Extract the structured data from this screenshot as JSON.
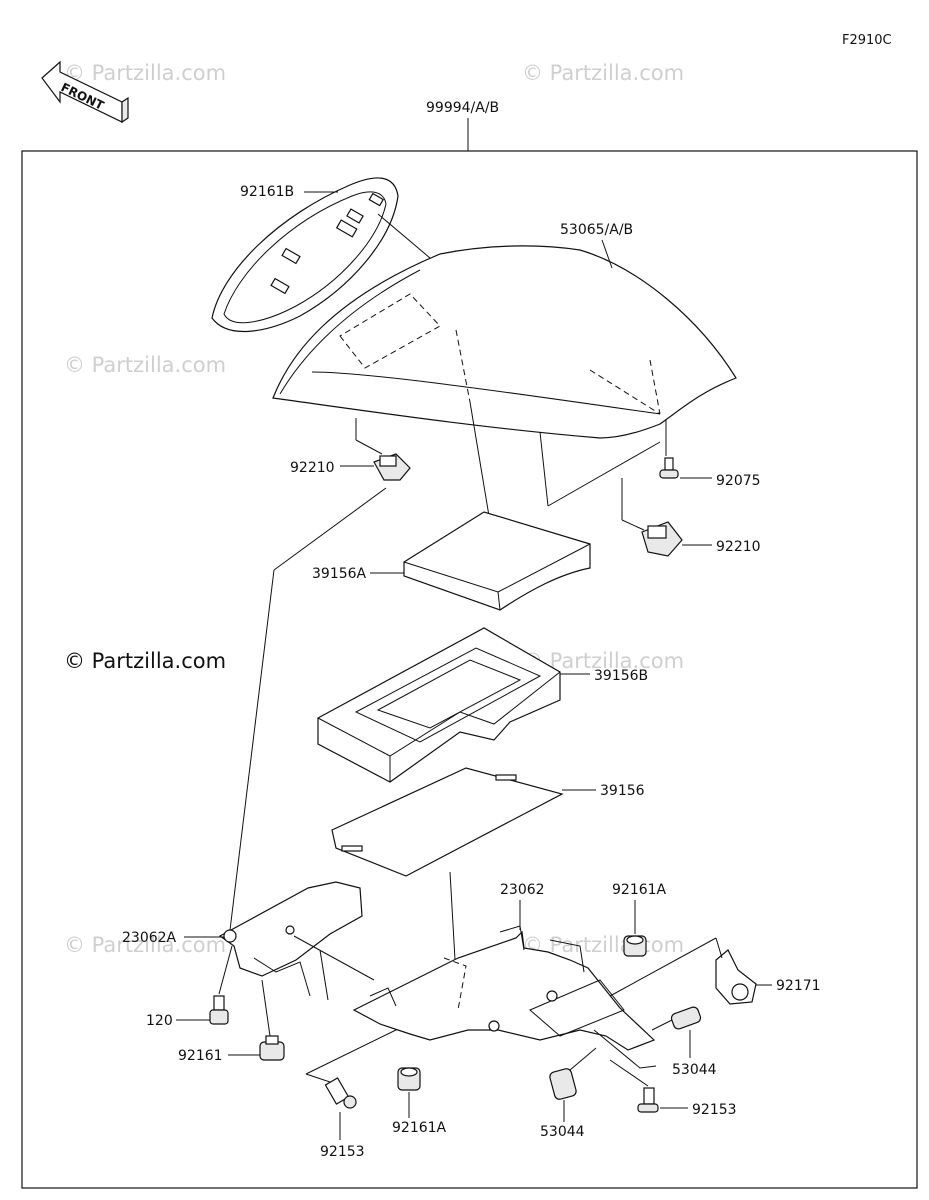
{
  "diagram_code": "F2910C",
  "front_label": "FRONT",
  "assembly_label": "99994/A/B",
  "watermark": "© Partzilla.com",
  "watermark_main": "© Partzilla.com",
  "labels": {
    "seat_cowl": "53065/A/B",
    "trim": "92161B",
    "nut_left": "92210",
    "bolt_right": "92075",
    "nut_right": "92210",
    "foam_a": "39156A",
    "foam_b": "39156B",
    "sheet": "39156",
    "bracket_a": "23062A",
    "bolt_120": "120",
    "damper_left": "92161",
    "bolt_bottom_left": "92153",
    "bracket": "23062",
    "damper_a_top": "92161A",
    "clip": "92171",
    "collar_right": "53044",
    "damper_a_bottom": "92161A",
    "collar_bottom": "53044",
    "bolt_bottom_right": "92153"
  }
}
